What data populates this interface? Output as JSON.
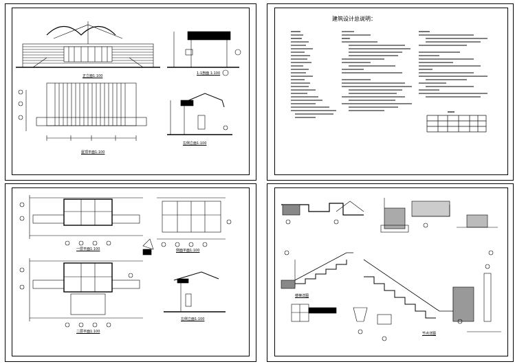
{
  "sheets": {
    "elevations": {
      "front_elevation_title": "正立面1:100",
      "section_title": "1-1剖面 1:100",
      "roof_plan_title": "屋顶平面1:100",
      "side_elevation_title": "左侧立面1:100"
    },
    "notes": {
      "title": "建筑设计总说明："
    },
    "plans": {
      "first_floor_title": "一层平面1:100",
      "second_floor_title": "二层平面1:100",
      "side_plan_title": "侧面平面1:100",
      "section_title": "左侧立面1:100"
    },
    "details": {
      "stair_title": "楼梯详图",
      "node_title": "节点详图"
    }
  }
}
